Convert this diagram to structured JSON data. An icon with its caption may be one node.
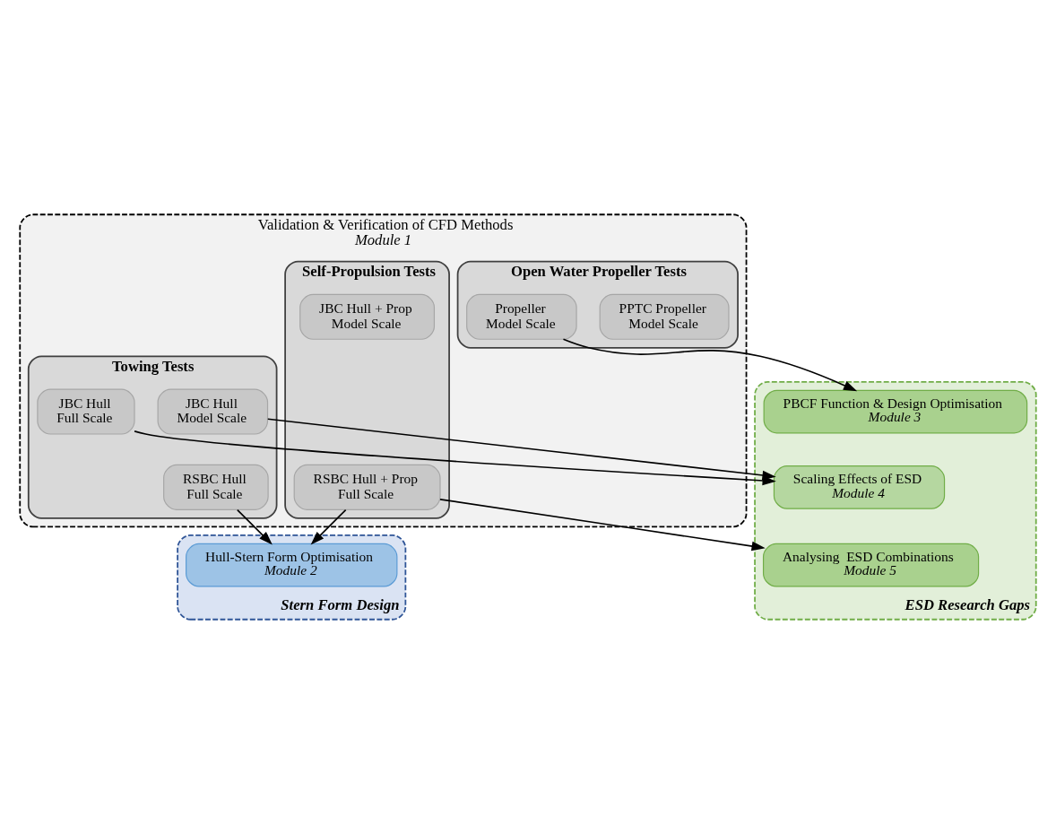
{
  "diagram": {
    "nodes": [
      {
        "text": [
          "Validation & Verification of CFD Methods",
          "Module 1"
        ]
      },
      {
        "text": [
          "Self-Propulsion Tests"
        ],
        "in": 0
      },
      {
        "text": [
          "JBC Hull + Prop",
          "Model Scale"
        ],
        "in": 1
      },
      {
        "text": [
          "RSBC Hull + Prop",
          "Full Scale"
        ],
        "in": 1
      },
      {
        "text": [
          "Towing Tests"
        ],
        "in": 0
      },
      {
        "text": [
          "JBC Hull",
          "Model Scale"
        ],
        "in": 4
      },
      {
        "text": [
          "JBC Hull",
          "Full Scale"
        ],
        "in": 4
      },
      {
        "text": [
          "RSBC Hull",
          "Full Scale"
        ],
        "in": 4
      },
      {
        "text": [
          "Open Water Propeller Tests"
        ],
        "in": 0
      },
      {
        "text": [
          "PPTC Propeller",
          "Model Scale"
        ],
        "in": 8
      },
      {
        "text": [
          "Propeller",
          "Model Scale"
        ],
        "in": 8
      },
      {
        "text": [
          "Stern Form Design"
        ]
      },
      {
        "text": [
          "Hull-Stern Form Optimisation",
          "Module 2"
        ],
        "in": 11
      },
      {
        "text": [
          "ESD Research Gaps"
        ]
      },
      {
        "text": [
          "PBCF Function & Design Optimisation",
          "Module 3"
        ],
        "in": 13
      },
      {
        "text": [
          "Scaling Effects of ESD",
          "Module 4"
        ],
        "in": 13
      },
      {
        "text": [
          "Analysing  ESD Combinations",
          "Module 5"
        ],
        "in": 13
      }
    ],
    "edges": [
      {
        "from": 3,
        "to": 12,
        "arrow": "to"
      },
      {
        "from": 7,
        "to": 12,
        "arrow": "to"
      },
      {
        "from": 5,
        "to": 15,
        "arrow": "to"
      },
      {
        "from": 6,
        "to": 15,
        "arrow": "to"
      },
      {
        "from": 3,
        "to": 16,
        "arrow": "to"
      },
      {
        "from": 10,
        "to": 14,
        "arrow": "to"
      }
    ]
  }
}
